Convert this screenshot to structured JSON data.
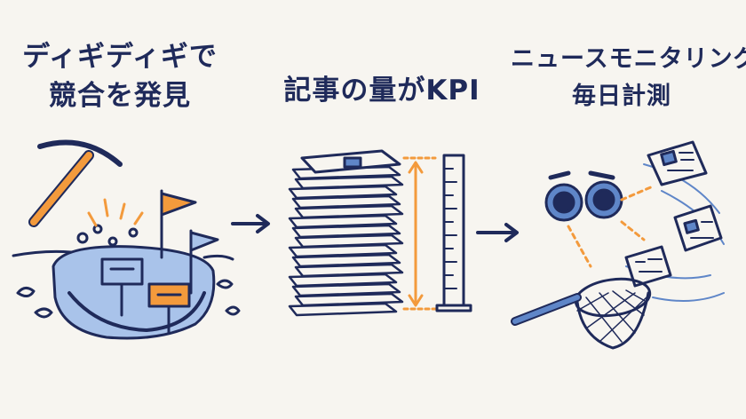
{
  "panels": [
    {
      "caption_lines": [
        "ディギディギで",
        "競合を発見"
      ]
    },
    {
      "caption_lines": [
        "記事の量がKPI"
      ]
    },
    {
      "caption_lines": [
        "ニュースモニタリングで",
        "毎日計測"
      ]
    }
  ],
  "colors": {
    "ink": "#1f2a5a",
    "orange": "#f39a3c",
    "blue": "#5f86c8",
    "light_blue": "#a9c3ea",
    "background": "#f7f5f0"
  }
}
